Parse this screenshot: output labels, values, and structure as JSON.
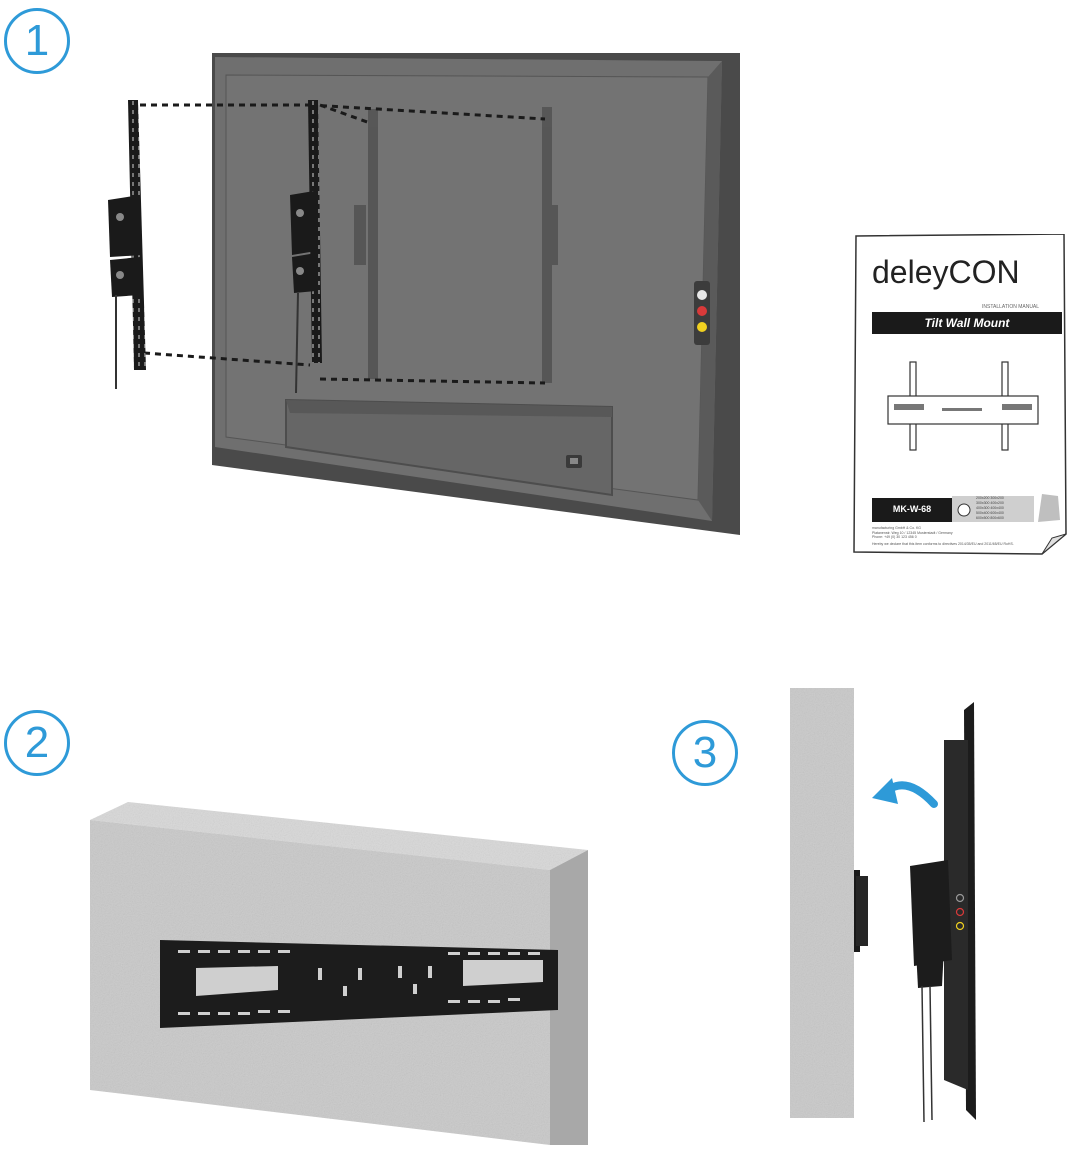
{
  "steps": [
    {
      "number": "1"
    },
    {
      "number": "2"
    },
    {
      "number": "3"
    }
  ],
  "manual": {
    "brand": "deleyCON",
    "header_small": "INSTALLATION MANUAL",
    "title": "Tilt Wall Mount",
    "model": "MK-W-68",
    "vesa_lines": [
      "200x200 300x200",
      "300x300 400x200",
      "400x300 400x400",
      "500x400 600x400",
      "600x500 800x600"
    ],
    "address": [
      "manufacturing GmbH & Co. KG",
      "Platanenstr. Weg 10 / 12345 Musterstadt / Germany",
      "Phone: +49 (0) 30 123 456 0"
    ],
    "conformity": "Hereby we declare that this item conforms to directives 2014/35/EU and 2011/65/EU RoHS."
  },
  "colors": {
    "accent": "#2e9ad8",
    "tv_body": "#6f6f6f",
    "bracket": "#1a1a1a",
    "wall": "#c9c9c9"
  }
}
